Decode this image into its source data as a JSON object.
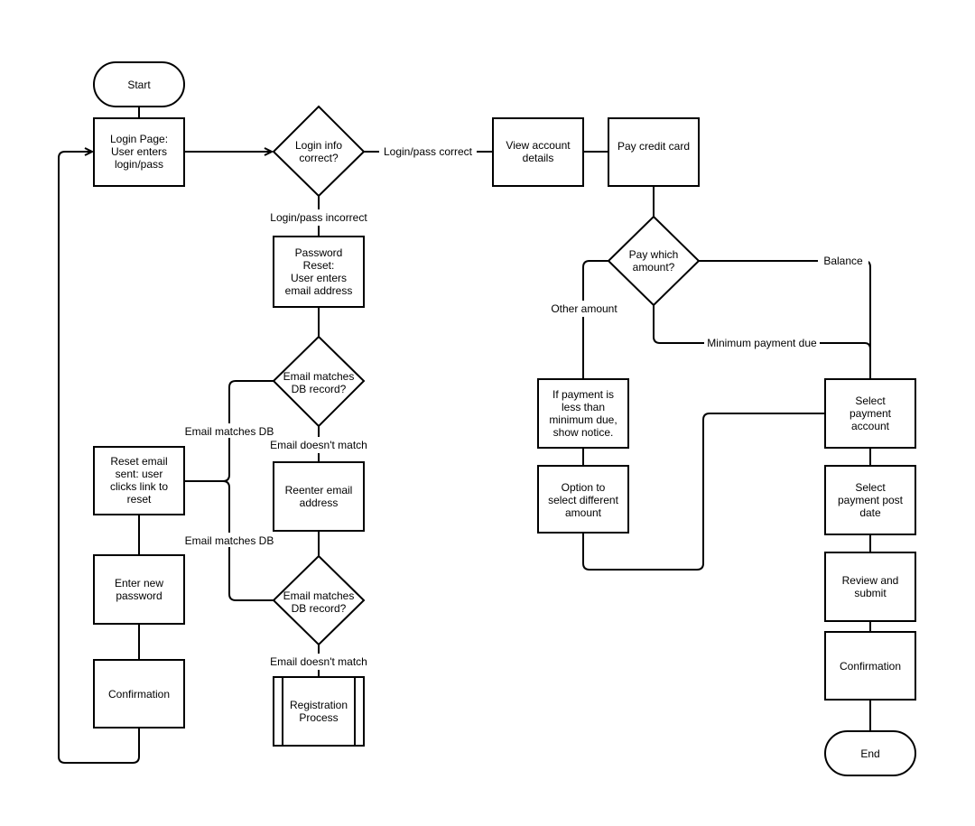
{
  "nodes": {
    "start": [
      "Start"
    ],
    "login": [
      "Login Page:",
      "User enters",
      "login/pass"
    ],
    "login_check": [
      "Login info",
      "correct?"
    ],
    "view_account": [
      "View account",
      "details"
    ],
    "pay_card": [
      "Pay credit card"
    ],
    "pay_which": [
      "Pay which",
      "amount?"
    ],
    "pw_reset": [
      "Password",
      "Reset:",
      "User enters",
      "email address"
    ],
    "email_match_1": [
      "Email matches",
      "DB record?"
    ],
    "reset_sent": [
      "Reset email",
      "sent: user",
      "clicks link to",
      "reset"
    ],
    "reenter_email": [
      "Reenter email",
      "address"
    ],
    "email_match_2": [
      "Email matches",
      "DB record?"
    ],
    "new_password": [
      "Enter new",
      "password"
    ],
    "confirm_left": [
      "Confirmation"
    ],
    "registration": [
      "Registration",
      "Process"
    ],
    "min_notice": [
      "If payment is",
      "less than",
      "minimum due,",
      "show notice."
    ],
    "select_diff": [
      "Option to",
      "select different",
      "amount"
    ],
    "select_account": [
      "Select",
      "payment",
      "account"
    ],
    "select_date": [
      "Select",
      "payment post",
      "date"
    ],
    "review": [
      "Review and",
      "submit"
    ],
    "confirm_right": [
      "Confirmation"
    ],
    "end": [
      "End"
    ]
  },
  "edges": {
    "login_correct": "Login/pass correct",
    "login_incorrect": "Login/pass incorrect",
    "email_matches_1": "Email matches DB",
    "email_no_match_1": "Email doesn't match",
    "email_matches_2": "Email matches DB",
    "email_no_match_2": "Email doesn't match",
    "balance": "Balance",
    "other_amount": "Other amount",
    "min_payment": "Minimum payment due"
  }
}
